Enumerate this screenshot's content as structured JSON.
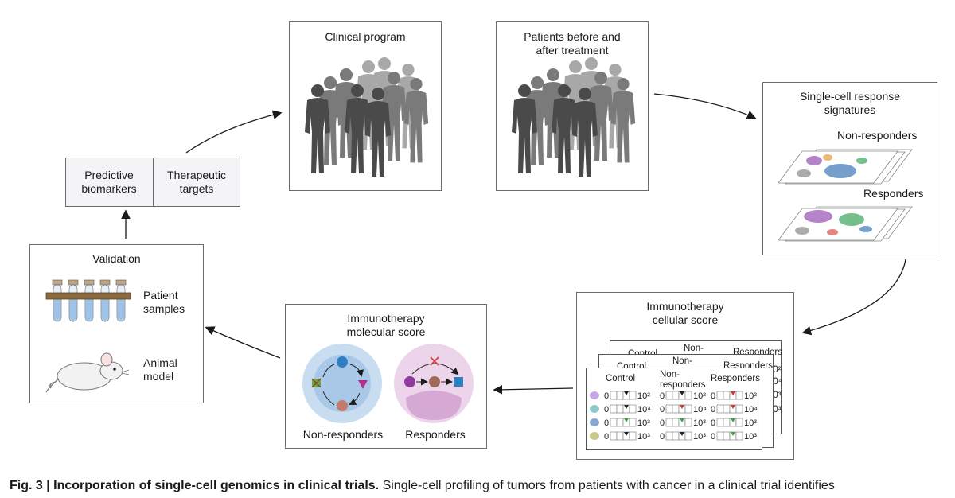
{
  "predictive": "Predictive\nbiomarkers",
  "therapeutic": "Therapeutic\ntargets",
  "clinical_program": "Clinical program",
  "patients_before_after": "Patients before and\nafter treatment",
  "single_cell": "Single-cell response\nsignatures",
  "non_responders": "Non-responders",
  "responders": "Responders",
  "validation": "Validation",
  "patient_samples": "Patient\nsamples",
  "animal_model": "Animal\nmodel",
  "molecular_score": "Immunotherapy\nmolecular score",
  "mol_non_responders": "Non-responders",
  "mol_responders": "Responders",
  "cellular_score": "Immunotherapy\ncellular score",
  "table": {
    "col_control": "Control",
    "col_non": "Non-\nresponders",
    "col_resp": "Responders",
    "back_control": "Control",
    "back_non": "Non-",
    "back_resp": "Responders",
    "mid_control": "Control",
    "mid_non": "Non-",
    "mid_resp": "Responders",
    "rows": [
      {
        "zero": "0",
        "max_c": "10²",
        "max_n": "10²",
        "max_r": "10²"
      },
      {
        "zero": "0",
        "max_c": "10⁴",
        "max_n": "10⁴",
        "max_r": "10⁴"
      },
      {
        "zero": "0",
        "max_c": "10³",
        "max_n": "10³",
        "max_r": "10³"
      },
      {
        "zero": "0",
        "max_c": "10³",
        "max_n": "10³",
        "max_r": "10³"
      }
    ],
    "back_vals": [
      "10²",
      "10⁴",
      "10³",
      "10³"
    ]
  },
  "caption_bold": "Fig. 3 | Incorporation of single-cell genomics in clinical trials.",
  "caption_text": " Single-cell profiling of tumors from patients with cancer in a clinical trial identifies",
  "colors": {
    "border": "#6b6b6b",
    "body_dark": "#4a4a4a",
    "body_mid": "#7a7a7a",
    "body_light": "#a8a8a8",
    "tube_blue": "#9fc3e6",
    "circle_blue": "#c9ddf0",
    "circle_pink": "#ecd5ea",
    "red": "#d23a3a",
    "green": "#3fa34d",
    "purple": "#8e3a9e",
    "blue_square": "#2f7fc1"
  }
}
